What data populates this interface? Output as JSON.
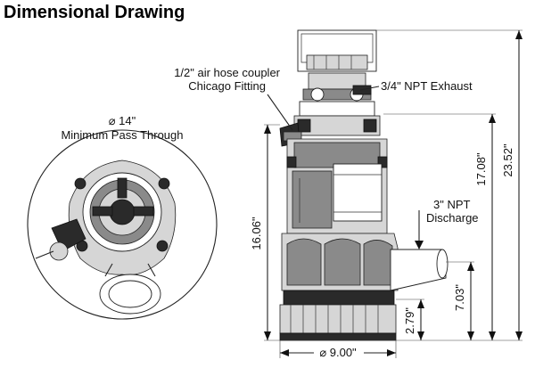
{
  "title": "Dimensional Drawing",
  "callouts": {
    "air_hose_line1": "1/2\" air hose coupler",
    "air_hose_line2": "Chicago Fitting",
    "exhaust": "3/4\" NPT Exhaust",
    "discharge_line1": "3\" NPT",
    "discharge_line2": "Discharge",
    "pass_through_diameter": "⌀ 14\"",
    "pass_through_label": "Minimum Pass Through"
  },
  "dimensions": {
    "overall_height": "23.52\"",
    "upper_height": "17.08\"",
    "body_height": "16.06\"",
    "discharge_height": "7.03\"",
    "base_height": "2.79\"",
    "base_diameter": "⌀ 9.00\""
  },
  "colors": {
    "line": "#222222",
    "dark_fill": "#2a2a2a",
    "mid_fill": "#8a8a8a",
    "light_fill": "#d6d6d6"
  }
}
